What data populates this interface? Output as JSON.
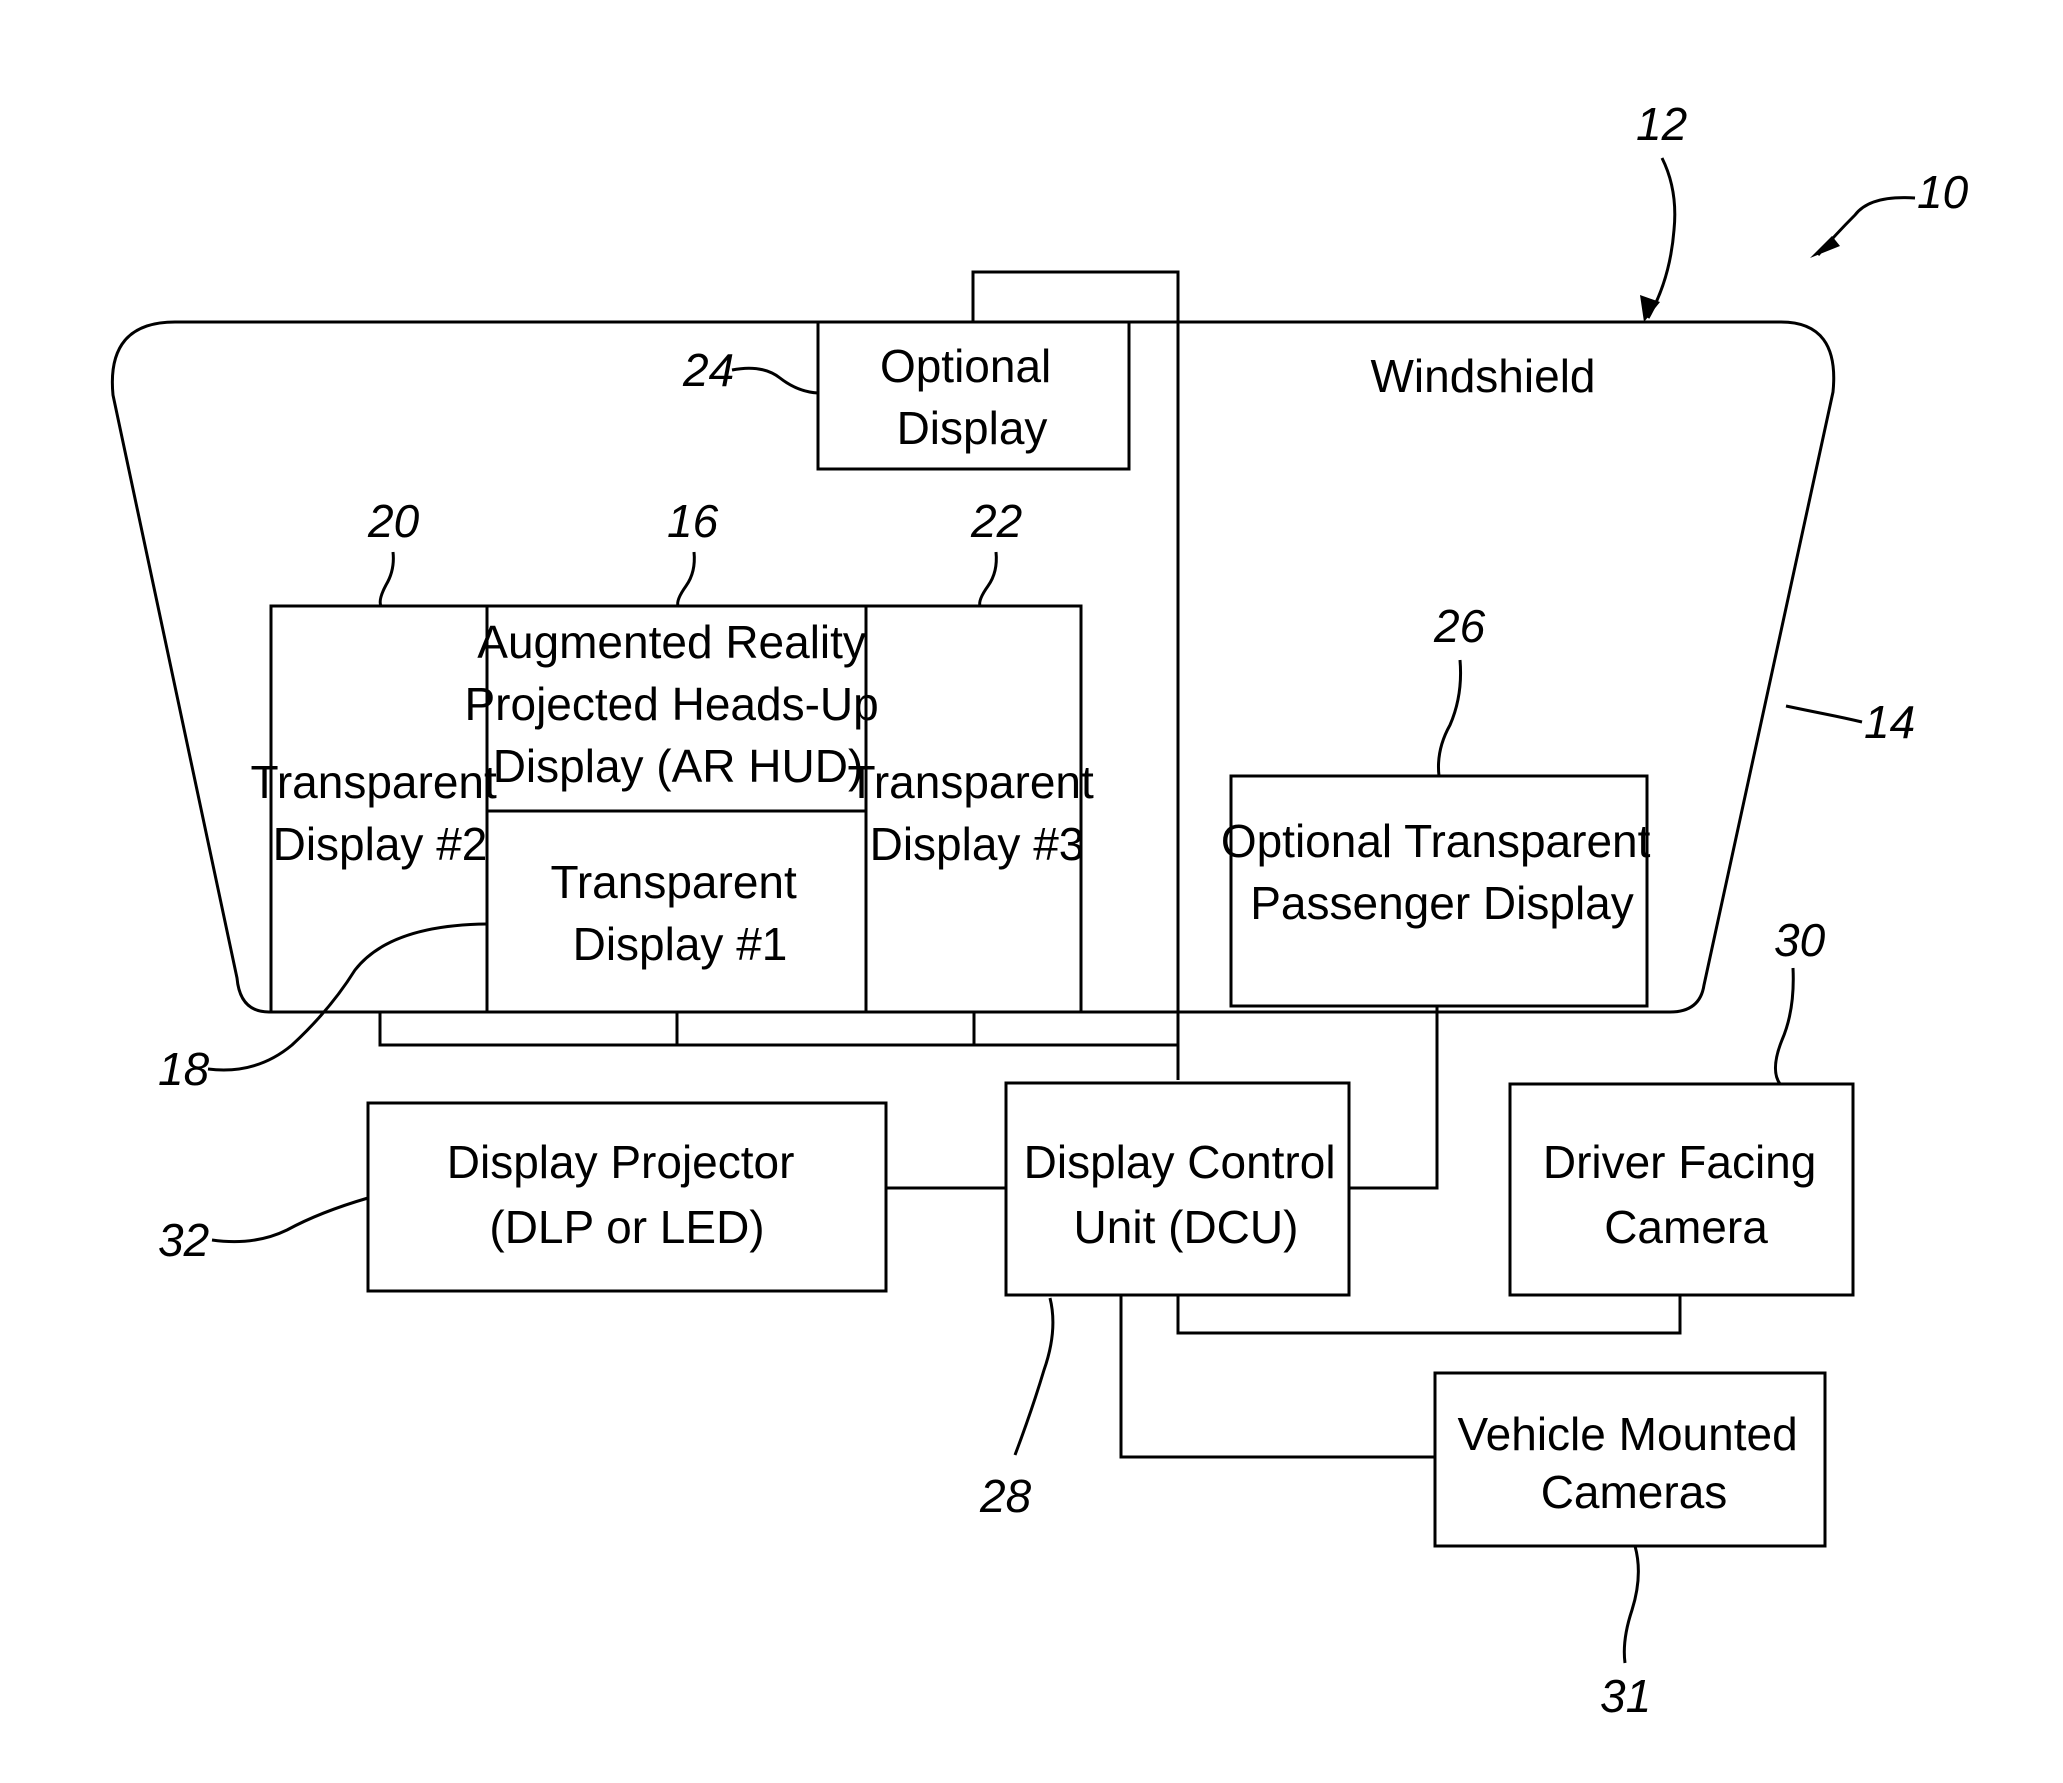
{
  "windshield_label": "Windshield",
  "boxes": {
    "optional_display": [
      "Optional",
      "Display"
    ],
    "transparent_display_2": [
      "Transparent",
      "Display #2"
    ],
    "ar_hud": [
      "Augmented Reality",
      "Projected Heads-Up",
      "Display (AR HUD)"
    ],
    "transparent_display_1": [
      "Transparent",
      "Display #1"
    ],
    "transparent_display_3": [
      "Transparent",
      "Display #3"
    ],
    "passenger_display": [
      "Optional Transparent",
      "Passenger Display"
    ],
    "display_projector": [
      "Display Projector",
      "(DLP or LED)"
    ],
    "dcu": [
      "Display Control",
      "Unit (DCU)"
    ],
    "driver_camera": [
      "Driver Facing",
      "Camera"
    ],
    "vehicle_cameras": [
      "Vehicle Mounted",
      "Cameras"
    ]
  },
  "refs": {
    "system": "10",
    "windshield": "12",
    "windshield_edge": "14",
    "ar_hud": "16",
    "td1": "18",
    "td2": "20",
    "td3": "22",
    "optional_display": "24",
    "passenger_display": "26",
    "dcu": "28",
    "driver_camera": "30",
    "vehicle_cameras": "31",
    "projector": "32"
  }
}
